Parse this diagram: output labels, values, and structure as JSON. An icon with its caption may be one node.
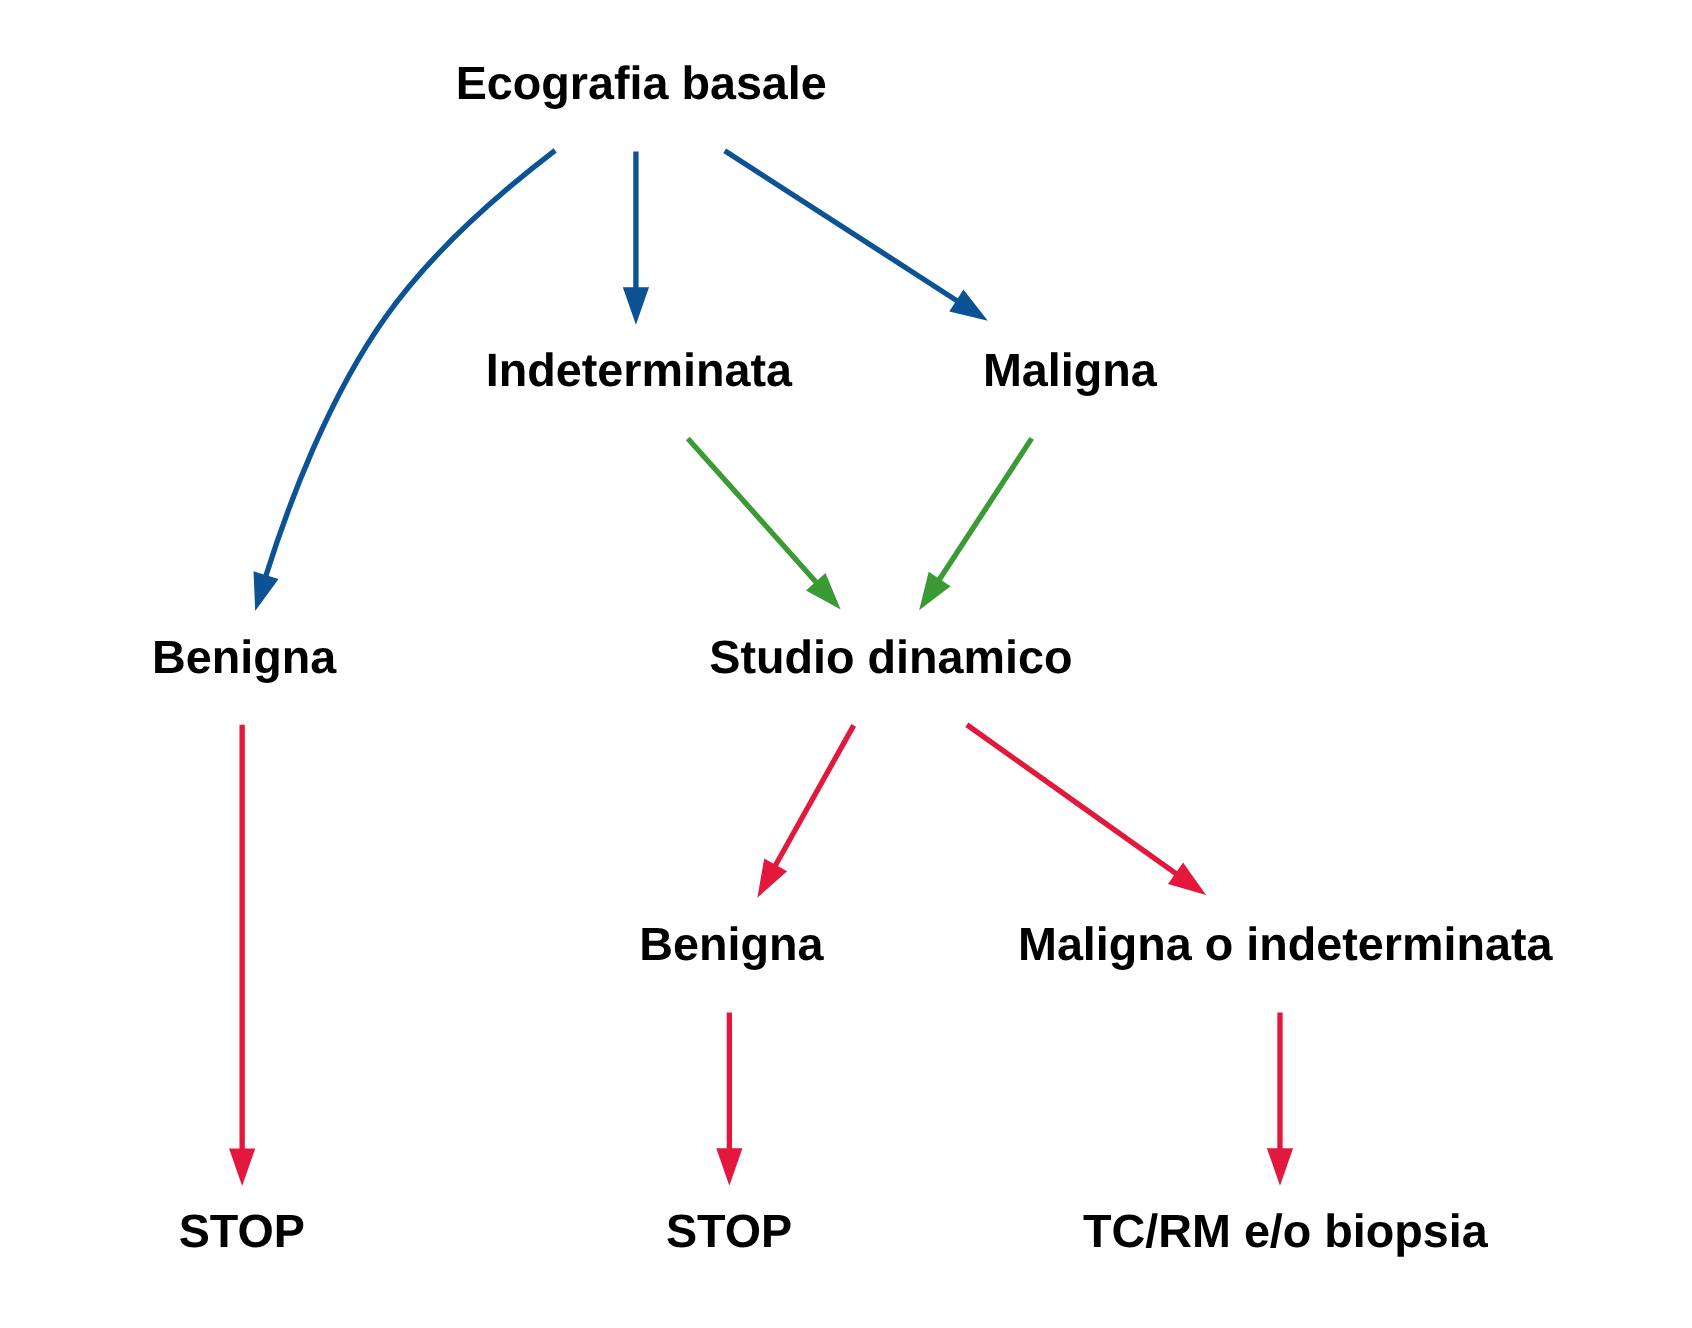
{
  "diagram": {
    "nodes": [
      {
        "text": [
          "Ecografia basale"
        ]
      },
      {
        "text": [
          "Benigna"
        ]
      },
      {
        "text": [
          "Indeterminata"
        ]
      },
      {
        "text": [
          "Maligna"
        ]
      },
      {
        "text": [
          "Studio dinamico"
        ]
      },
      {
        "text": [
          "Benigna"
        ]
      },
      {
        "text": [
          "Maligna o indeterminata"
        ]
      },
      {
        "text": [
          "STOP"
        ]
      },
      {
        "text": [
          "STOP"
        ]
      },
      {
        "text": [
          "TC/RM e/o biopsia"
        ]
      }
    ],
    "edges": [
      {
        "from": 0,
        "to": 1,
        "arrow": "to",
        "color": "#0b5394"
      },
      {
        "from": 0,
        "to": 2,
        "arrow": "to",
        "color": "#0b5394"
      },
      {
        "from": 0,
        "to": 3,
        "arrow": "to",
        "color": "#0b5394"
      },
      {
        "from": 1,
        "to": 7,
        "arrow": "to"
      },
      {
        "from": 2,
        "to": 4,
        "arrow": "to",
        "color": "#3a9a34"
      },
      {
        "from": 3,
        "to": 4,
        "arrow": "to",
        "color": "#3a9a34"
      },
      {
        "from": 4,
        "to": 5,
        "arrow": "to"
      },
      {
        "from": 4,
        "to": 6,
        "arrow": "to"
      },
      {
        "from": 5,
        "to": 8,
        "arrow": "to"
      },
      {
        "from": 6,
        "to": 9,
        "arrow": "to"
      }
    ]
  }
}
